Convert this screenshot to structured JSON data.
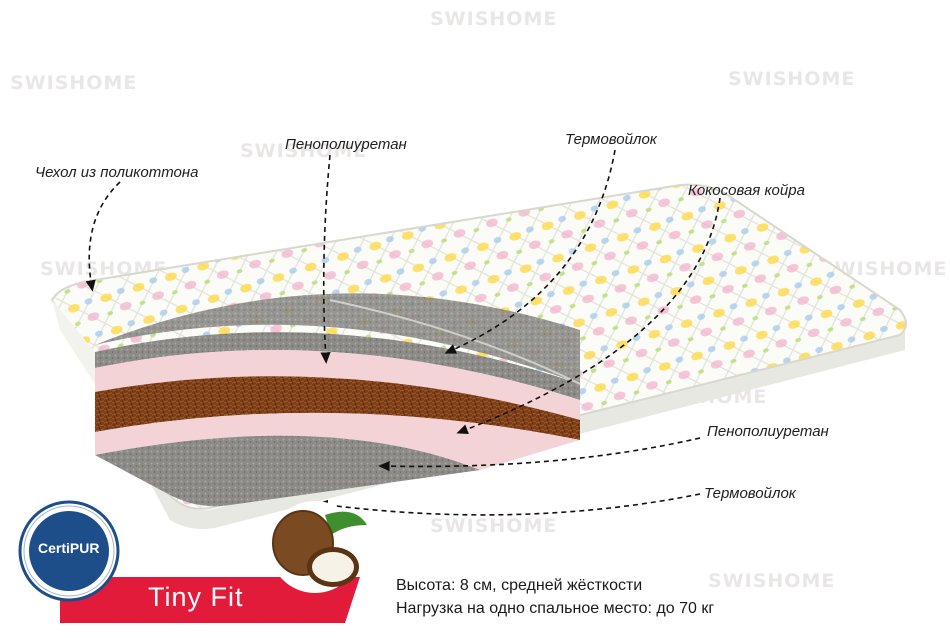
{
  "watermark": {
    "brand": "SWISHOME"
  },
  "labels": {
    "cover": "Чехол из поликоттона",
    "foam_top": "Пенополиуретан",
    "felt_top": "Термовойлок",
    "coir": "Кокосовая койра",
    "foam_bottom": "Пенополиуретан",
    "felt_bottom": "Термовойлок"
  },
  "product": {
    "model_name": "Tiny Fit"
  },
  "specs": {
    "height": "Высота: 8 см, средней жёсткости",
    "load": "Нагрузка на одно спальное место: до 70 кг"
  },
  "certification": {
    "name": "CertiPUR"
  },
  "colors": {
    "ribbon": "#e31b3b",
    "badge": "#1d4e8a",
    "foam": "#f3d3d6",
    "felt": "#8c8b88",
    "coir": "#7a3d18"
  }
}
